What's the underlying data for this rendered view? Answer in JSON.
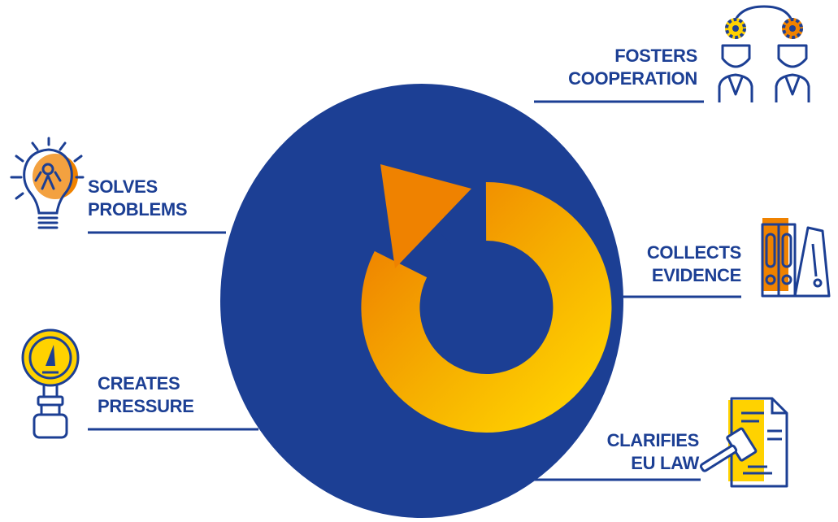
{
  "colors": {
    "navy": "#1c3f94",
    "orange": "#ef8200",
    "yellow": "#ffd200",
    "white": "#ffffff"
  },
  "items": [
    {
      "id": "fosters-cooperation",
      "line1": "FOSTERS",
      "line2": "COOPERATION",
      "icon": "people-gears-icon"
    },
    {
      "id": "solves-problems",
      "line1": "SOLVES",
      "line2": "PROBLEMS",
      "icon": "lightbulb-icon"
    },
    {
      "id": "collects-evidence",
      "line1": "COLLECTS",
      "line2": "EVIDENCE",
      "icon": "binders-icon"
    },
    {
      "id": "creates-pressure",
      "line1": "CREATES",
      "line2": "PRESSURE",
      "icon": "pressure-gauge-icon"
    },
    {
      "id": "clarifies-eu-law",
      "line1": "CLARIFIES",
      "line2": "EU LAW",
      "icon": "gavel-document-icon"
    }
  ]
}
